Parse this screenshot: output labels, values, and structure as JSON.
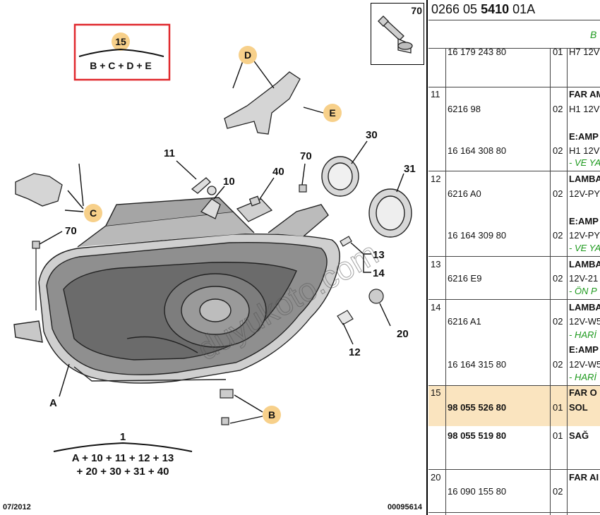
{
  "diagram": {
    "group_box": {
      "number": "15",
      "formula": "B + C + D + E",
      "border_color": "#e0282d"
    },
    "callout_color": "#f7d08a",
    "callouts": [
      "D",
      "E",
      "C",
      "B"
    ],
    "labels": [
      "11",
      "10",
      "40",
      "70",
      "30",
      "31",
      "70",
      "13",
      "14",
      "20",
      "12",
      "A"
    ],
    "bottom_group": {
      "number": "1",
      "line1": "A + 10 + 11 + 12 + 13",
      "line2": "+ 20 + 30 + 31 + 40"
    },
    "date": "07/2012",
    "code": "00095614",
    "watermark": "duyukoto.com"
  },
  "thumbnail": {
    "number": "70"
  },
  "header": {
    "ref_prefix": "0266 05 ",
    "ref_bold": "5410",
    "ref_suffix": " 01A",
    "cut_text": "B"
  },
  "table": {
    "highlight_color": "#fae4bf",
    "rows": [
      {
        "part": "16 179 243 80",
        "qty": "01",
        "desc": "H7 12V"
      },
      {
        "index": "11",
        "desc_title": "FAR AM"
      },
      {
        "part": "6216 98",
        "qty": "02",
        "desc": "H1 12V"
      },
      {
        "desc_title": "E:AMP"
      },
      {
        "part": "16 164 308 80",
        "qty": "02",
        "desc": "H1 12V"
      },
      {
        "note": "- VE YA"
      },
      {
        "index": "12",
        "desc_title": "LAMBA"
      },
      {
        "part": "6216 A0",
        "qty": "02",
        "desc": "12V-PY"
      },
      {
        "desc_title": "E:AMP"
      },
      {
        "part": "16 164 309 80",
        "qty": "02",
        "desc": "12V-PY"
      },
      {
        "note": "- VE YA"
      },
      {
        "index": "13",
        "desc_title": "LAMBA"
      },
      {
        "part": "6216 E9",
        "qty": "02",
        "desc": "12V-21"
      },
      {
        "note": "- ÖN P"
      },
      {
        "index": "14",
        "desc_title": "LAMBA"
      },
      {
        "part": "6216 A1",
        "qty": "02",
        "desc": "12V-W5"
      },
      {
        "note": "- HARİ"
      },
      {
        "desc_title": "E:AMP"
      },
      {
        "part": "16 164 315 80",
        "qty": "02",
        "desc": "12V-W5"
      },
      {
        "note": "- HARİ"
      },
      {
        "index": "15",
        "desc_title": "FAR O"
      },
      {
        "part": "98 055 526 80",
        "qty": "01",
        "desc": "SOL"
      },
      {
        "part": "98 055 519 80",
        "qty": "01",
        "desc": "SAĞ"
      },
      {
        "index": "20",
        "desc_title": "FAR AI"
      },
      {
        "part": "16 090 155 80",
        "qty": "02"
      }
    ]
  }
}
